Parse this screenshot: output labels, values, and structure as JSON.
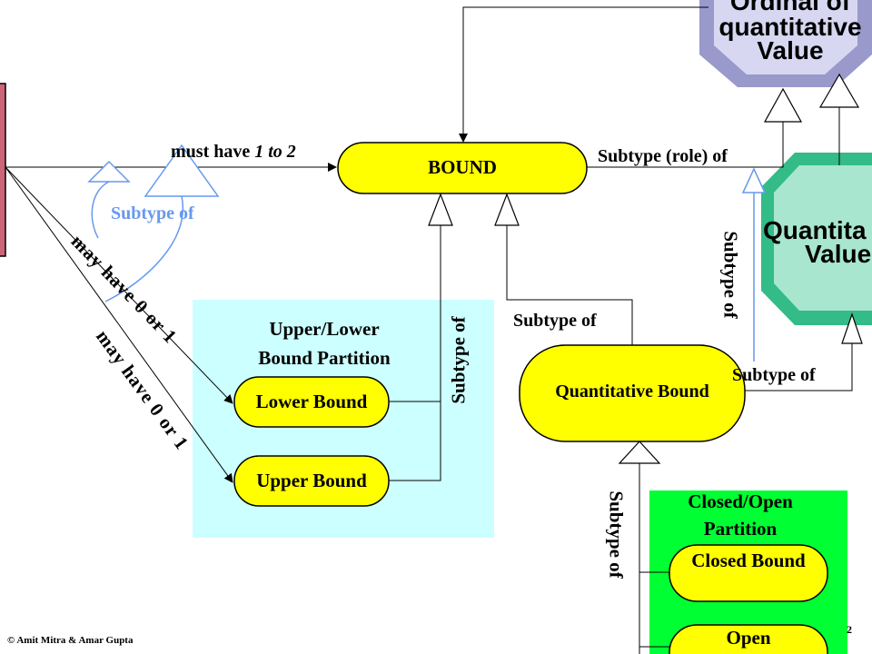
{
  "nodes": {
    "bound": "BOUND",
    "lower_bound": "Lower Bound",
    "upper_bound": "Upper Bound",
    "quantitative_bound": "Quantitative Bound",
    "closed_bound": "Closed Bound",
    "open": "Open",
    "ordinal_line1": "Ordinal of",
    "ordinal_line2": "quantitative",
    "ordinal_line3": "Value",
    "quantitative_line1": "Quantita",
    "quantitative_line2": "Value"
  },
  "partitions": {
    "upper_lower_line1": "Upper/Lower",
    "upper_lower_line2": "Bound Partition",
    "closed_open_line1": "Closed/Open",
    "closed_open_line2": "Partition"
  },
  "relations": {
    "must_have_prefix": "must have",
    "must_have_range": "1 to 2",
    "may_have_1": "may have 0 or 1",
    "may_have_2": "may have 0 or 1",
    "subtype_of_blue": "Subtype of",
    "subtype_role_of": "Subtype (role) of",
    "subtype_of_vertical_partition": "Subtype of",
    "subtype_of_qb": "Subtype of",
    "subtype_of_right_vertical": "Subtype of",
    "subtype_of_qb_right": "Subtype of",
    "subtype_of_closed_vertical": "Subtype of"
  },
  "footer": {
    "credit": "© Amit Mitra & Amar Gupta",
    "page": "2"
  },
  "colors": {
    "node_fill": "#ffff00",
    "upper_lower_partition": "#ccffff",
    "closed_open_partition": "#00ff33",
    "left_entity": "#cc6677",
    "ordinal_octagon": "#9999cc",
    "quantitative_octagon": "#33bb88",
    "blue_relation": "#6699ee"
  }
}
